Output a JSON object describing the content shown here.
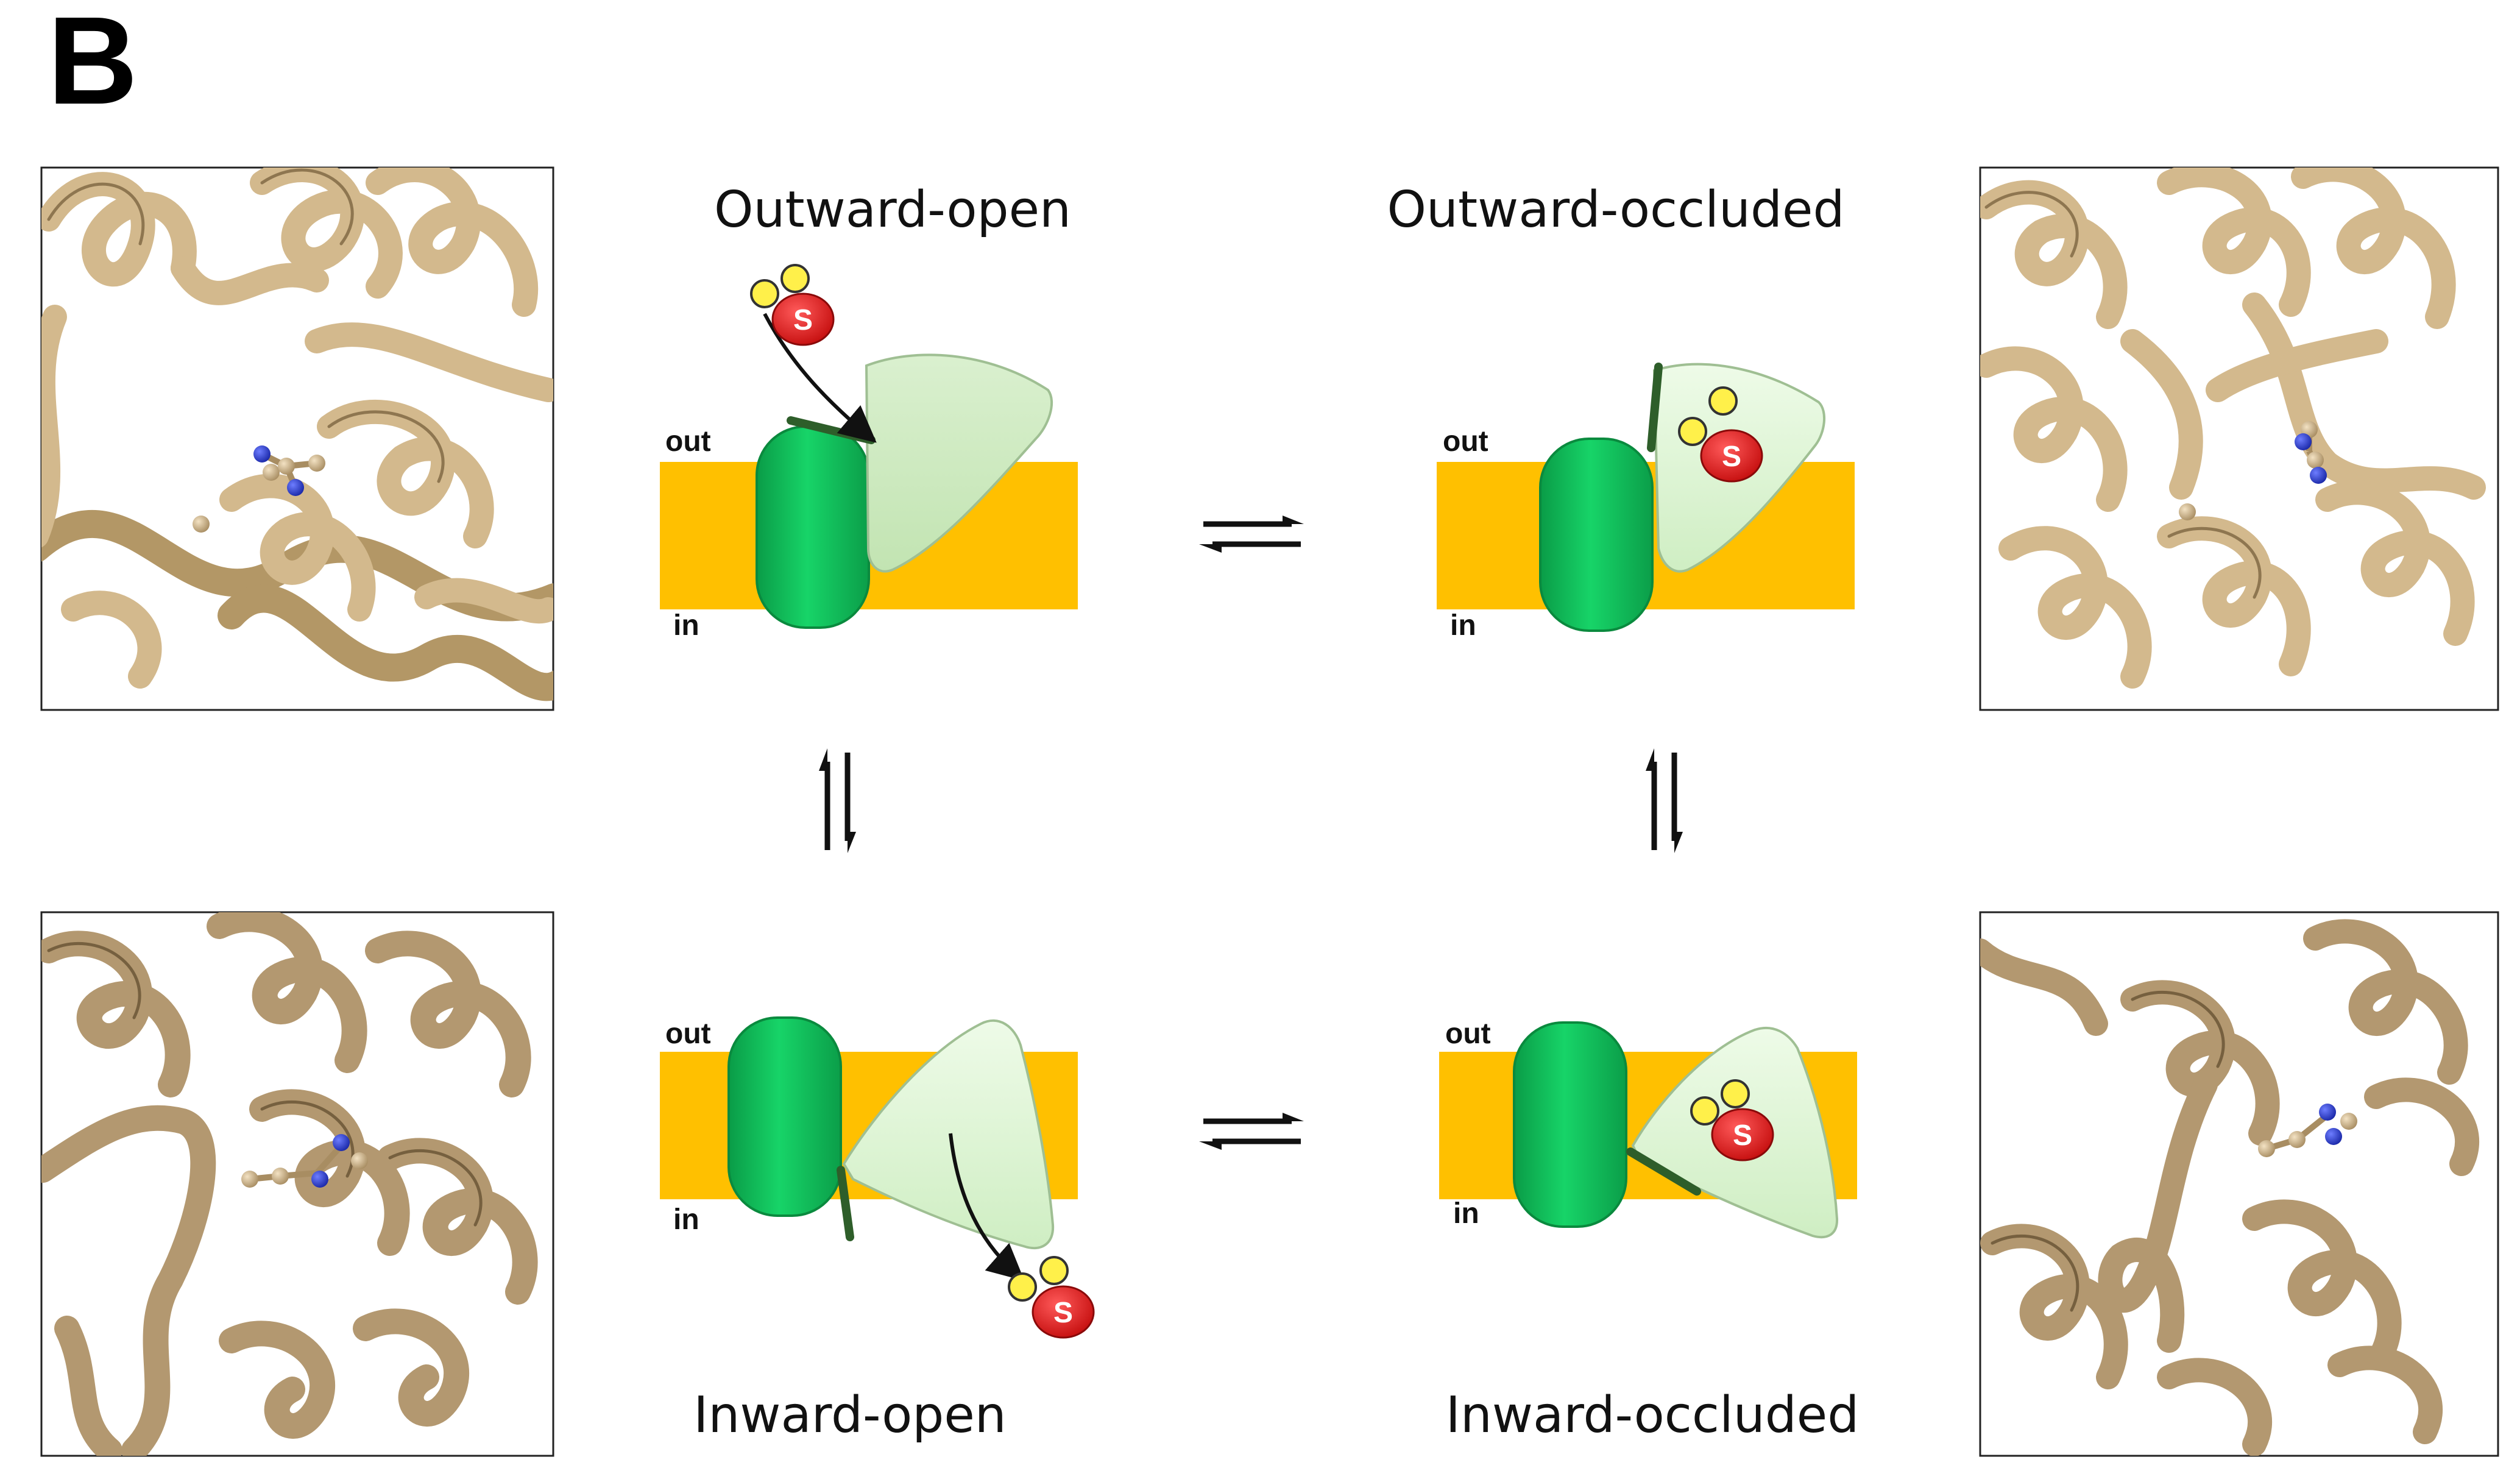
{
  "panel_label": "B",
  "states": {
    "outward_open": {
      "title": "Outward-open",
      "out_label": "out",
      "in_label": "in",
      "substrate_label": "S"
    },
    "outward_occluded": {
      "title": "Outward-occluded",
      "out_label": "out",
      "in_label": "in",
      "substrate_label": "S"
    },
    "inward_open": {
      "title": "Inward-open",
      "out_label": "out",
      "in_label": "in",
      "substrate_label": "S"
    },
    "inward_occluded": {
      "title": "Inward-occluded",
      "out_label": "out",
      "in_label": "in",
      "substrate_label": "S"
    }
  },
  "colors": {
    "membrane": "#FFC000",
    "scaffold_green": "#0FC55C",
    "transport_domain_light": "#D9F2CF",
    "gate": "#2E5E2A",
    "substrate": "#E01818",
    "ion": "#FFF04A",
    "protein_ribbon": "#C9AF85",
    "protein_ribbon_dark": "#A88D62",
    "nitrogen_atom": "#2638D8",
    "arrow": "#111111"
  }
}
